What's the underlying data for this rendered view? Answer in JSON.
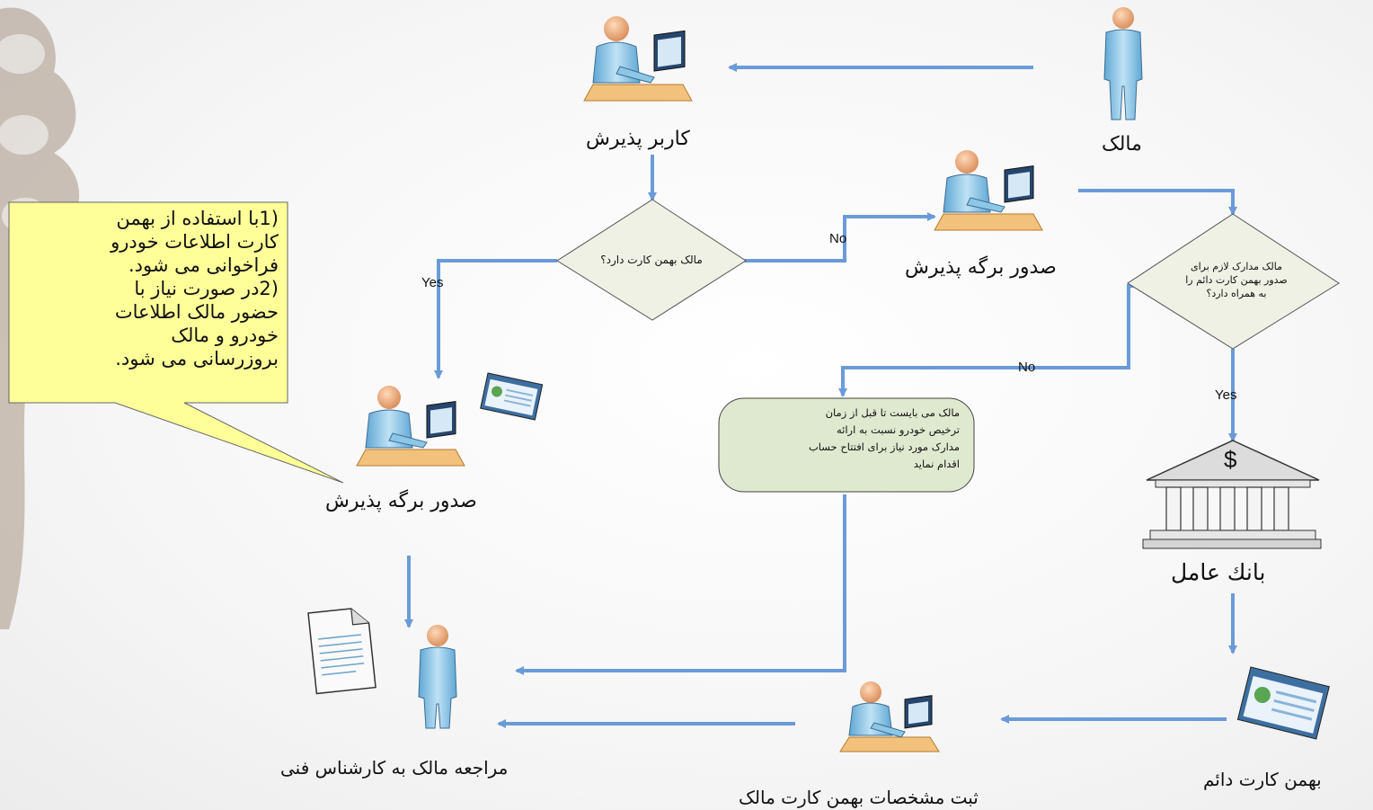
{
  "actors": {
    "owner": "مالک",
    "reception_user": "کاربر پذیرش",
    "issue_form_top": "صدور برگه پذیرش",
    "issue_form_left": "صدور برگه پذیرش",
    "bank": "بانك عامل",
    "permanent_card": "بهمن کارت دائم",
    "register_card": "ثبت مشخصات بهمن کارت مالک",
    "refer_expert": "مراجعه مالک به کارشناس فنی"
  },
  "decisions": {
    "has_card": "مالک بهمن کارت دارد؟",
    "has_docs": [
      "مالک مدارک لازم برای",
      "صدور بهمن کارت دائم را",
      "به همراه دارد؟"
    ]
  },
  "edges": {
    "no_1": "No",
    "yes_1": "Yes",
    "no_2": "No",
    "yes_2": "Yes"
  },
  "callout_lines": [
    "(1با استفاده از بهمن",
    "کارت اطلاعات خودرو",
    "فراخوانی می شود.",
    "(2در صورت نیاز با",
    "حضور مالک اطلاعات",
    "خودرو و مالک",
    "بروزرسانی می شود."
  ],
  "note_lines": [
    "مالک می بایست تا قبل از زمان",
    "ترخیص خودرو نسبت به ارائه",
    "مدارک مورد نیاز برای افتتاح حساب",
    "اقدام  نماید"
  ],
  "bank_symbol": "$",
  "colors": {
    "arrow": "#6a9bd8",
    "decision_fill": "#eef1e4",
    "callout_fill": "#ffff99",
    "note_fill": "#dfe9cf",
    "person": "#8ec6e6"
  }
}
